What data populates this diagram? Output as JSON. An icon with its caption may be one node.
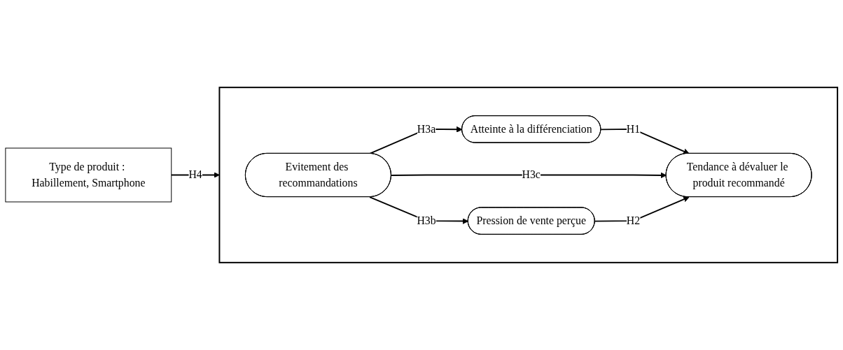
{
  "diagram": {
    "nodes": [
      {
        "text": [],
        "shape": "box"
      },
      {
        "text": [
          "Evitement des recommandations"
        ],
        "in": 0
      },
      {
        "text": [
          "Atteinte à la différenciation"
        ],
        "in": 0
      },
      {
        "text": [
          "Pression de vente perçue"
        ],
        "in": 0
      },
      {
        "text": [
          "Tendance à dévaluer le produit recommandé"
        ],
        "in": 0
      },
      {
        "text": [
          "Type de produit : Habillement, Smartphone"
        ]
      }
    ],
    "edges": [
      {
        "from": 1,
        "to": 2,
        "arrow": "to",
        "label": "H3a"
      },
      {
        "from": 2,
        "to": 4,
        "arrow": "to",
        "label": "H1"
      },
      {
        "from": 1,
        "to": 4,
        "arrow": "to",
        "label": "H3c"
      },
      {
        "from": 1,
        "to": 3,
        "arrow": "to",
        "label": "H3b"
      },
      {
        "from": 3,
        "to": 4,
        "arrow": "to",
        "label": "H2"
      },
      {
        "from": 5,
        "to": 0,
        "arrow": "to",
        "label": "H4"
      }
    ]
  }
}
